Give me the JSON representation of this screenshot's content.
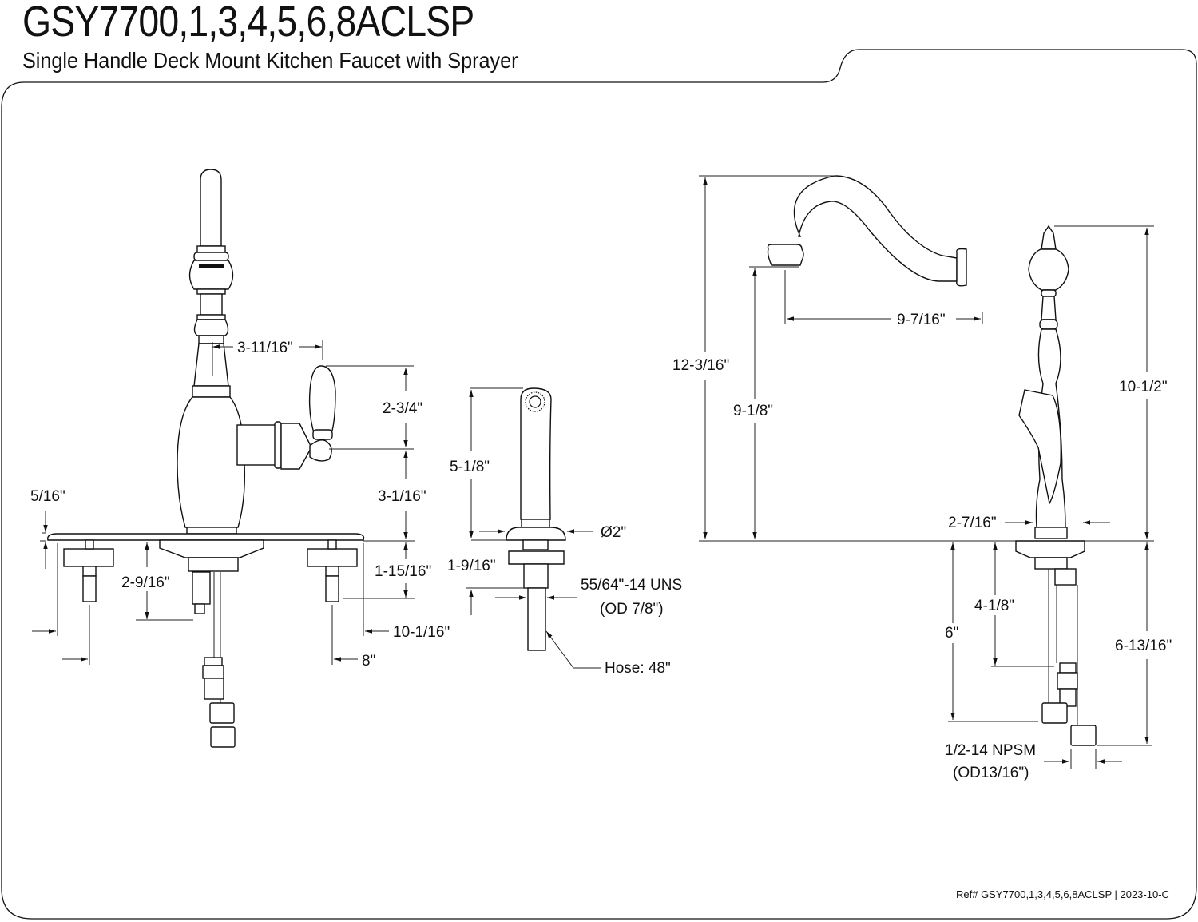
{
  "header": {
    "model": "GSY7700,1,3,4,5,6,8ACLSP",
    "description": "Single Handle Deck Mount Kitchen Faucet with Sprayer"
  },
  "footer": {
    "reference": "Ref# GSY7700,1,3,4,5,6,8ACLSP | 2023-10-C"
  },
  "front_view": {
    "dimensions": {
      "spout_to_handle": "3-11/16\"",
      "handle_height": "2-3/4\"",
      "handle_to_deck": "3-1/16\"",
      "deckplate_thickness": "5/16\"",
      "shank_length": "2-9/16\"",
      "mounting_bolt_length": "1-15/16\"",
      "deckplate_width": "10-1/16\"",
      "bolt_spacing": "8\""
    }
  },
  "sprayer_view": {
    "dimensions": {
      "sprayer_height": "5-1/8\"",
      "base_diameter": "Ø2\"",
      "shank_length": "1-9/16\"",
      "thread_spec": "55/64\"-14 UNS",
      "thread_od": "(OD 7/8\")",
      "hose_length": "Hose: 48\""
    }
  },
  "side_view": {
    "dimensions": {
      "overall_height": "12-3/16\"",
      "spout_clearance": "9-1/8\"",
      "spout_reach": "9-7/16\"",
      "body_height": "10-1/2\"",
      "base_diameter": "2-7/16\"",
      "supply_line_1": "6\"",
      "shank_to_connector": "4-1/8\"",
      "supply_line_2": "6-13/16\"",
      "connection_spec": "1/2-14 NPSM",
      "connection_od": "(OD13/16\")"
    }
  }
}
